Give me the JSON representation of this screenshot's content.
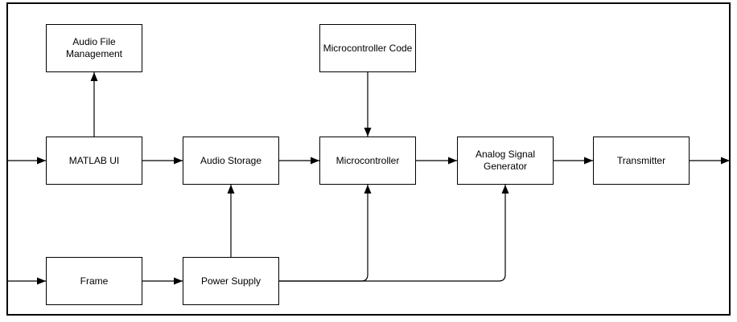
{
  "canvas": {
    "background_color": "#ffffff",
    "border_color": "#000000",
    "shape_fill": "#ffffff",
    "shape_stroke": "#000000",
    "text_color": "#000000"
  },
  "nodes": [
    {
      "id": "audio-file-management",
      "label": "Audio File\nManagement"
    },
    {
      "id": "microcontroller-code",
      "label": "Microcontroller Code"
    },
    {
      "id": "matlab-ui",
      "label": "MATLAB UI"
    },
    {
      "id": "audio-storage",
      "label": "Audio Storage"
    },
    {
      "id": "microcontroller",
      "label": "Microcontroller"
    },
    {
      "id": "analog-signal-generator",
      "label": "Analog Signal\nGenerator"
    },
    {
      "id": "transmitter",
      "label": "Transmitter"
    },
    {
      "id": "frame",
      "label": "Frame"
    },
    {
      "id": "power-supply",
      "label": "Power Supply"
    }
  ],
  "edges": [
    {
      "from": "page-left-border",
      "to": "matlab-ui"
    },
    {
      "from": "matlab-ui",
      "to": "audio-file-management"
    },
    {
      "from": "matlab-ui",
      "to": "audio-storage"
    },
    {
      "from": "audio-storage",
      "to": "microcontroller"
    },
    {
      "from": "microcontroller-code",
      "to": "microcontroller"
    },
    {
      "from": "microcontroller",
      "to": "analog-signal-generator"
    },
    {
      "from": "analog-signal-generator",
      "to": "transmitter"
    },
    {
      "from": "transmitter",
      "to": "page-right-border"
    },
    {
      "from": "page-left-border",
      "to": "frame"
    },
    {
      "from": "frame",
      "to": "power-supply"
    },
    {
      "from": "power-supply",
      "to": "audio-storage"
    },
    {
      "from": "power-supply",
      "to": "microcontroller"
    },
    {
      "from": "power-supply",
      "to": "analog-signal-generator"
    }
  ]
}
